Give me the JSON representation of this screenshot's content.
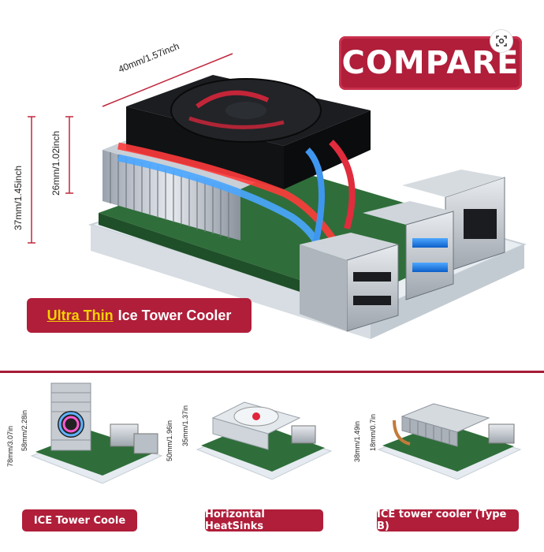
{
  "hero": {
    "compare_label": "COMPARE",
    "width_label": "40mm/1.57inch",
    "height_outer_label": "37mm/1.45inch",
    "height_inner_label": "26mm/1.02inch",
    "banner_highlight": "Ultra Thin",
    "banner_rest": "Ice Tower Cooler"
  },
  "products": [
    {
      "label": "ICE Tower Coole",
      "dim_outer": "78mm/3.07in",
      "dim_inner": "58mm/2.28in"
    },
    {
      "label": "Horizontal HeatSinks",
      "dim_outer": "50mm/1.96in",
      "dim_inner": "35mm/1.37in"
    },
    {
      "label": "ICE tower cooler (Type B)",
      "dim_outer": "38mm/1.49in",
      "dim_inner": "18mm/0.7in"
    }
  ],
  "colors": {
    "accent": "#b01e3a",
    "highlight": "#f5d200"
  },
  "icons": [
    "lens-search-icon"
  ]
}
